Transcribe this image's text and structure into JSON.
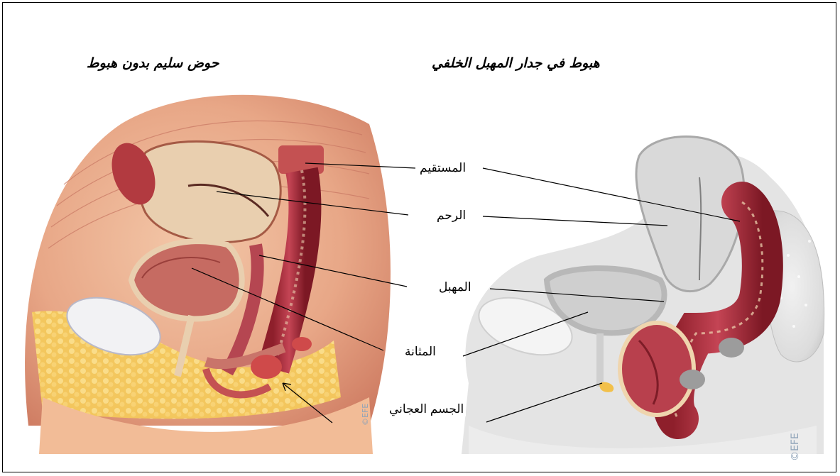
{
  "titles": {
    "normal": "حوض سليم بدون هبوط",
    "prolapse": "هبوط في جدار المهبل الخلفي"
  },
  "labels": {
    "rectum": "المستقيم",
    "uterus": "الرحم",
    "vagina": "المهبل",
    "bladder": "المثانة",
    "perineal_body": "الجسم العجاني"
  },
  "watermark": "©EFE"
}
